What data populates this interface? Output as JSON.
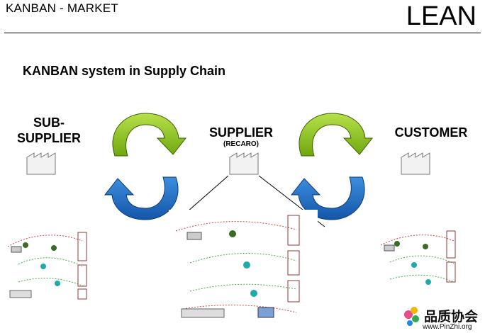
{
  "header": {
    "left_title": "KANBAN - MARKET",
    "right_title": "LEAN"
  },
  "subtitle": "KANBAN system in Supply Chain",
  "nodes": {
    "sub_supplier": {
      "line1": "SUB-",
      "line2": "SUPPLIER"
    },
    "supplier": {
      "label": "SUPPLIER",
      "sub": "(RECARO)"
    },
    "customer": {
      "label": "CUSTOMER"
    }
  },
  "watermark": {
    "name_cn": "品质协会",
    "url": "www.PinZhi.org"
  },
  "colors": {
    "green_arrow": "#8fc31f",
    "blue_arrow": "#1f6fc8",
    "factory_fill": "#f2f2f2"
  }
}
